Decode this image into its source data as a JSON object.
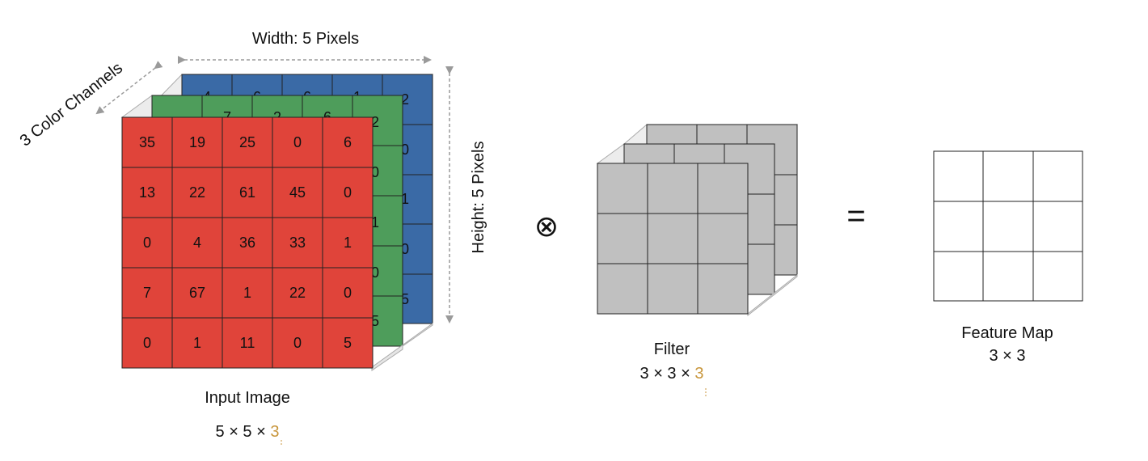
{
  "labels": {
    "width_label": "Width: 5 Pixels",
    "height_label": "Height: 5 Pixels",
    "channels_label": "3 Color Channels",
    "operator_convolve": "⊗",
    "operator_equals": "="
  },
  "input_image": {
    "caption": "Input Image",
    "dims_prefix": "5 × 5 × ",
    "dims_channels": "3",
    "red_channel": [
      [
        "35",
        "19",
        "25",
        "0",
        "6"
      ],
      [
        "13",
        "22",
        "61",
        "45",
        "0"
      ],
      [
        "0",
        "4",
        "36",
        "33",
        "1"
      ],
      [
        "7",
        "67",
        "1",
        "22",
        "0"
      ],
      [
        "0",
        "1",
        "11",
        "0",
        "5"
      ]
    ],
    "green_channel_visible_top": [
      "7",
      "2",
      "6"
    ],
    "green_channel_visible_right": [
      "2",
      "0",
      "1",
      "0",
      "5"
    ],
    "blue_channel_visible_top": [
      "4",
      "6",
      "6",
      "1"
    ],
    "blue_channel_visible_right": [
      "2",
      "0",
      "1",
      "0",
      "5"
    ]
  },
  "filter": {
    "caption": "Filter",
    "dims_prefix": "3 × 3 × ",
    "dims_channels": "3"
  },
  "feature_map": {
    "caption": "Feature Map",
    "dims": "3 × 3"
  },
  "colors": {
    "red": "#E0443A",
    "green": "#4E9D5B",
    "blue": "#3A6AA6",
    "filter_gray": "#C0C0C0",
    "accent": "#C8963C",
    "arrow": "#9A9A9A"
  }
}
